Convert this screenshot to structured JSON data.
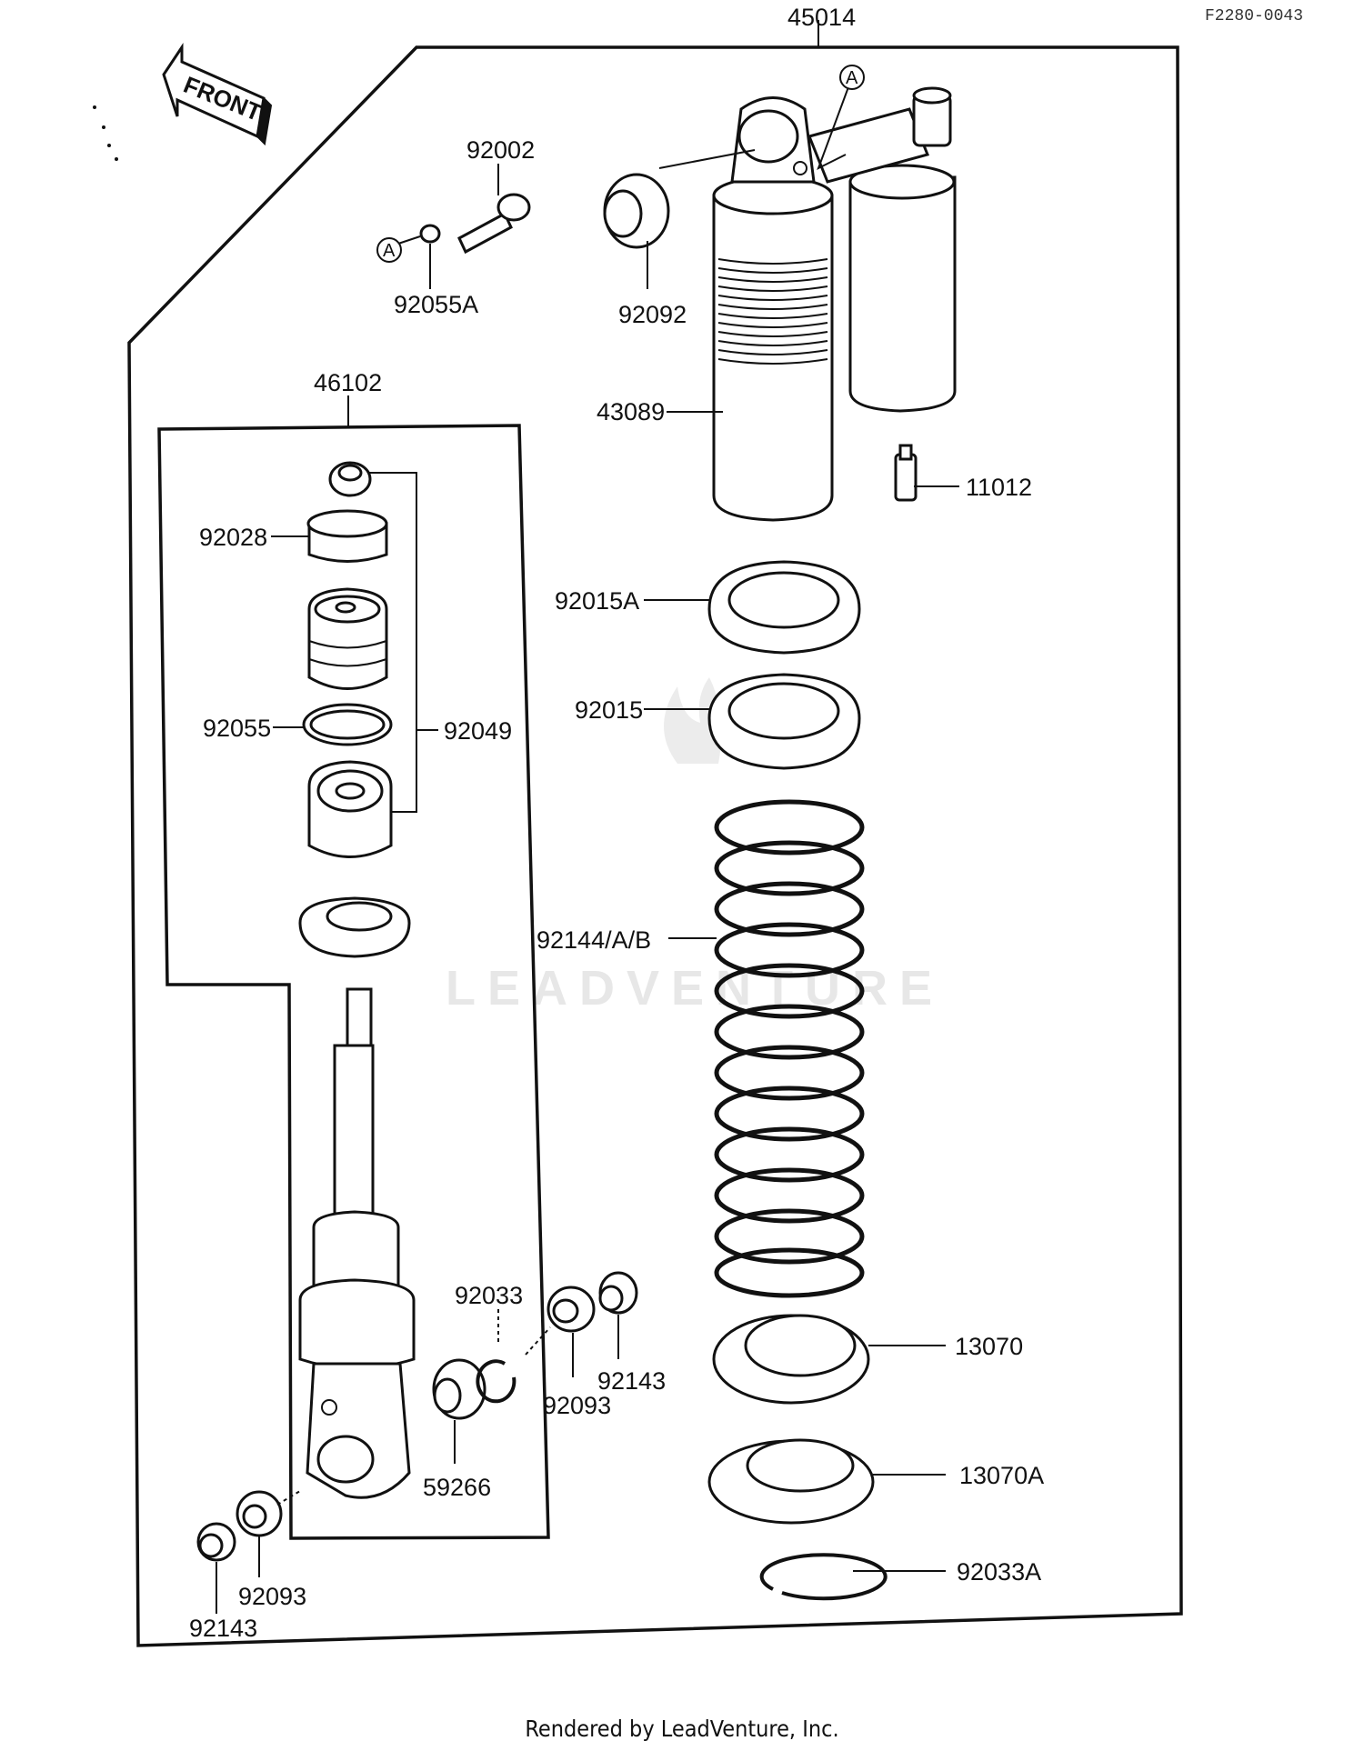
{
  "reference_code": "F2280-0043",
  "front_label": "FRONT",
  "watermark": "LEADVENTURE",
  "footer": "Rendered by LeadVenture, Inc.",
  "labels": {
    "p45014": "45014",
    "pA1": "A",
    "pA2": "A",
    "p92002": "92002",
    "p92055A": "92055A",
    "p92092": "92092",
    "p43089": "43089",
    "p11012": "11012",
    "p46102": "46102",
    "p92028": "92028",
    "p92055": "92055",
    "p92049": "92049",
    "p92015A": "92015A",
    "p92015": "92015",
    "p92144": "92144/A/B",
    "p92033": "92033",
    "p92093a": "92093",
    "p92143a": "92143",
    "p59266": "59266",
    "p13070": "13070",
    "p13070A": "13070A",
    "p92033A": "92033A",
    "p92093b": "92093",
    "p92143b": "92143"
  }
}
